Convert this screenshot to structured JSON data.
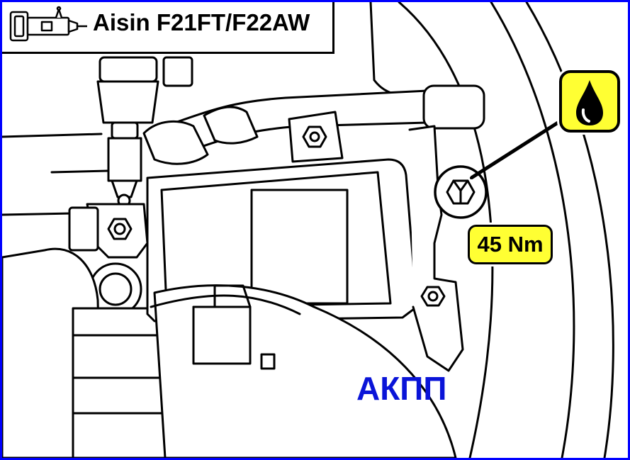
{
  "header": {
    "title": "Aisin F21FT/F22AW",
    "icon": "transmission-icon"
  },
  "callouts": {
    "torque_value": "45 Nm",
    "oil_icon": "oil-drop-icon"
  },
  "labels": {
    "component": "АКПП"
  },
  "colors": {
    "frame": "#0000ff",
    "badge_fill": "#ffff33",
    "label_text": "#0a14d8"
  }
}
